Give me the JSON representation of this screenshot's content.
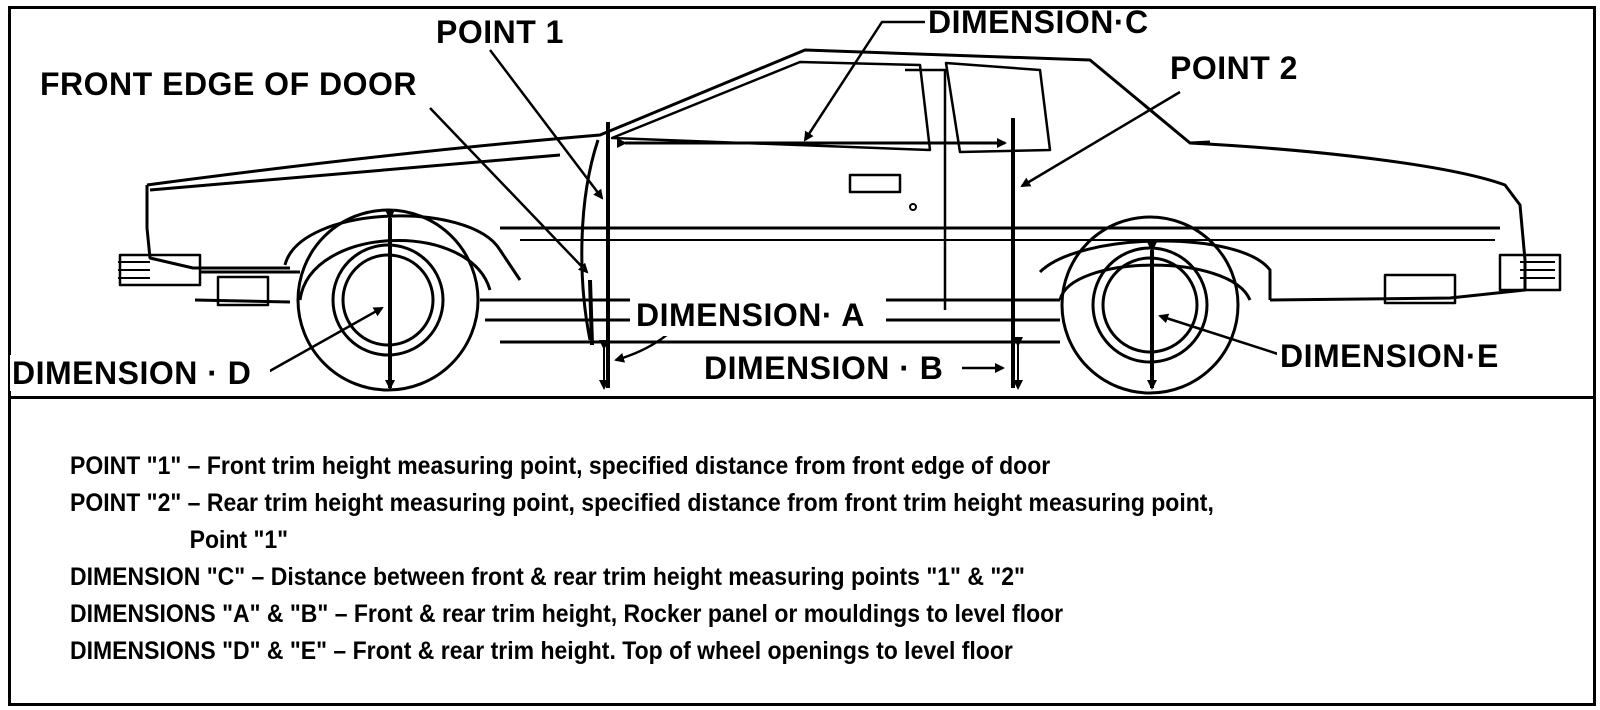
{
  "labels": {
    "point1": "POINT 1",
    "front_edge": "FRONT EDGE OF DOOR",
    "dim_c": "DIMENSION·C",
    "point2": "POINT 2",
    "dim_a": "DIMENSION· A",
    "dim_b": "DIMENSION · B",
    "dim_d": "DIMENSION · D",
    "dim_e": "DIMENSION·E"
  },
  "legend": [
    "POINT \"1\" – Front trim height measuring point, specified distance from front edge of door",
    "POINT \"2\" – Rear trim height measuring point, specified distance from front trim height measuring point,",
    "Point \"1\"",
    "DIMENSION \"C\" – Distance between front & rear trim height measuring points \"1\" & \"2\"",
    "DIMENSIONS \"A\" & \"B\" – Front & rear trim height, Rocker panel or mouldings to level floor",
    "DIMENSIONS \"D\" & \"E\" – Front & rear trim height.  Top of wheel openings to level floor"
  ]
}
